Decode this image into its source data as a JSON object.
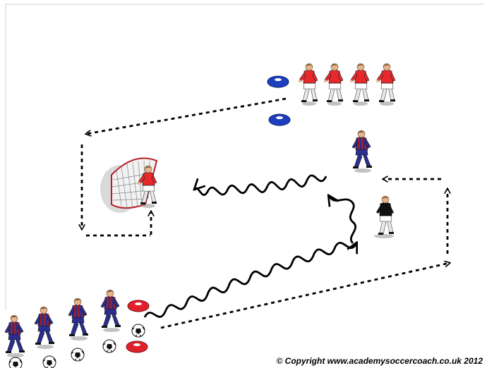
{
  "diagram": {
    "copyright_text": "© Copyright www.academysoccercoach.co.uk 2012"
  },
  "colors": {
    "red_team_shirt": "#e8292b",
    "blue_team_shirt": "#2a2f8f",
    "blue_team_stripe": "#9b1f2f",
    "keeper_shirt": "#111111",
    "cone_red": "#e0202a",
    "cone_blue": "#1d3fbf",
    "line_color": "#000000"
  },
  "elements": {
    "red_players_top_row": 4,
    "blue_players_queue": 4,
    "blue_cones": 2,
    "red_cones": 2,
    "balls": 5,
    "goals": 1
  }
}
